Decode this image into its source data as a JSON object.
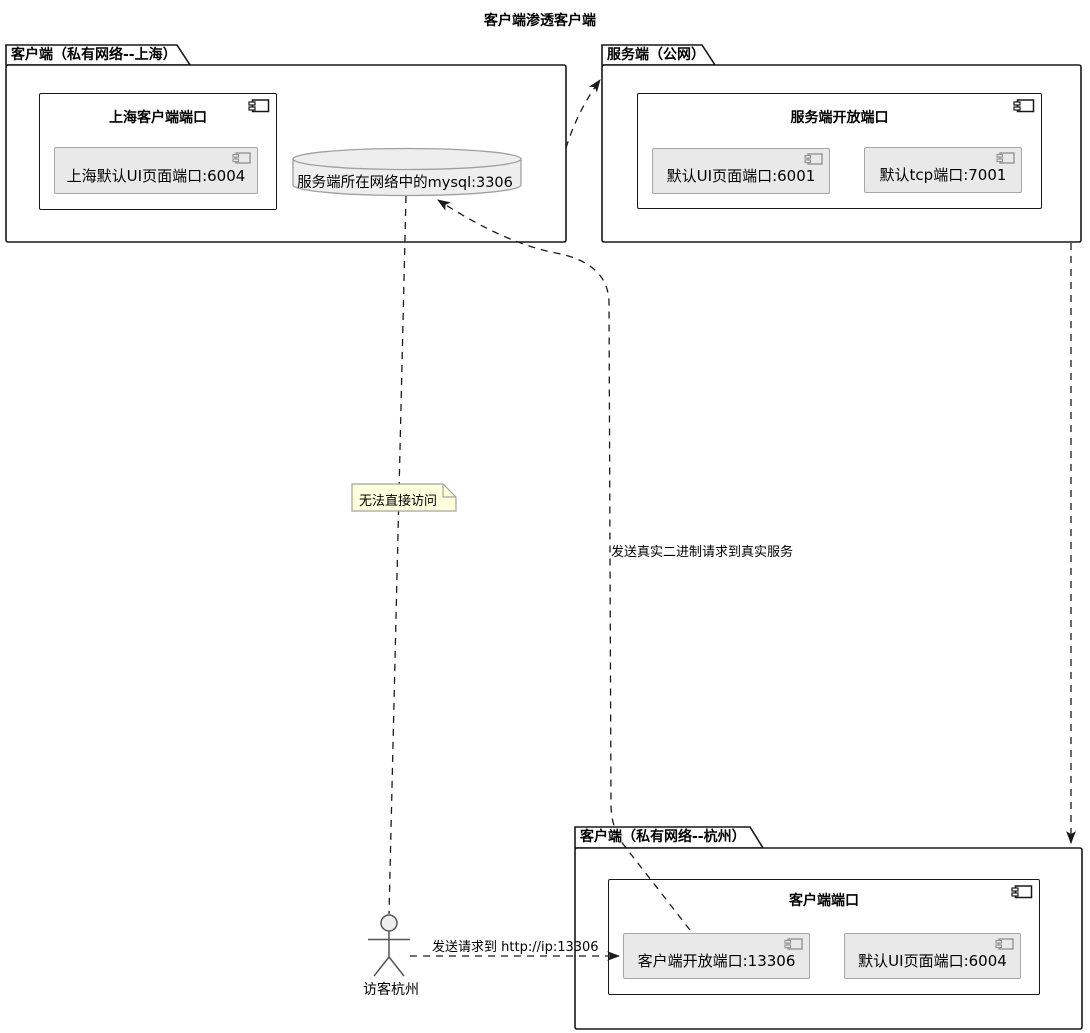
{
  "title": "客户端渗透客户端",
  "packages": {
    "shanghai": {
      "name": "客户端（私有网络--上海）",
      "component": {
        "title": "上海客户端端口",
        "ports": [
          {
            "label": "上海默认UI页面端口:6004"
          }
        ]
      }
    },
    "server": {
      "name": "服务端（公网）",
      "component": {
        "title": "服务端开放端口",
        "ports": [
          {
            "label": "默认UI页面端口:6001"
          },
          {
            "label": "默认tcp端口:7001"
          }
        ]
      }
    },
    "hangzhou": {
      "name": "客户端（私有网络--杭州）",
      "component": {
        "title": "客户端端口",
        "ports": [
          {
            "label": "客户端开放端口:13306"
          },
          {
            "label": "默认UI页面端口:6004"
          }
        ]
      }
    }
  },
  "database": {
    "label": "服务端所在网络中的mysql:3306"
  },
  "actor": {
    "label": "访客杭州"
  },
  "note": {
    "text": "无法直接访问"
  },
  "edge_labels": {
    "binary_request": "发送真实二进制请求到真实服务",
    "visitor_request": "发送请求到 http://ip:13306"
  },
  "colors": {
    "background": "#ffffff",
    "border": "#181818",
    "edge": "#1b1b1b",
    "port_fill": "#e9e9e9",
    "port_border": "#a6a6a6",
    "database_fill": "#eeeeee",
    "database_border": "#a0a0a0",
    "note_fill": "#feffdd",
    "note_border": "#a3a39b"
  }
}
